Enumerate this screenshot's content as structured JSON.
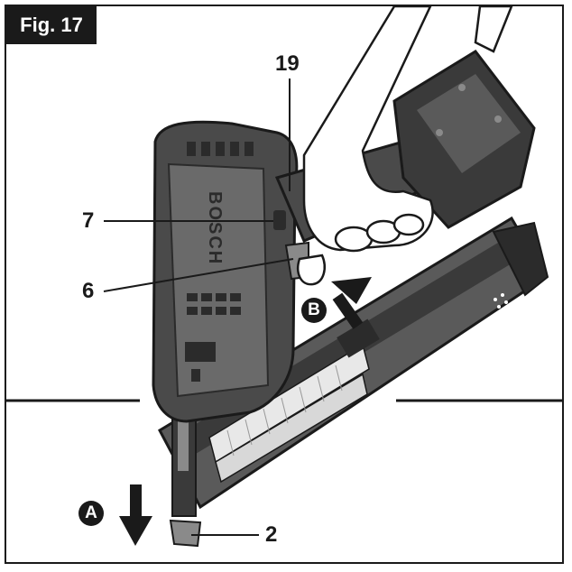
{
  "figure": {
    "label": "Fig. 17",
    "brand_text": "BOSCH"
  },
  "callouts": {
    "c19": "19",
    "c7": "7",
    "c6": "6",
    "c2": "2"
  },
  "steps": {
    "a": "A",
    "b": "B"
  },
  "colors": {
    "ink": "#1a1a1a",
    "tool_body": "#4a4a4a",
    "tool_dark": "#2b2b2b",
    "tool_light": "#8a8a8a",
    "magazine": "#5a5a5a",
    "nails": "#e8e8e8"
  }
}
